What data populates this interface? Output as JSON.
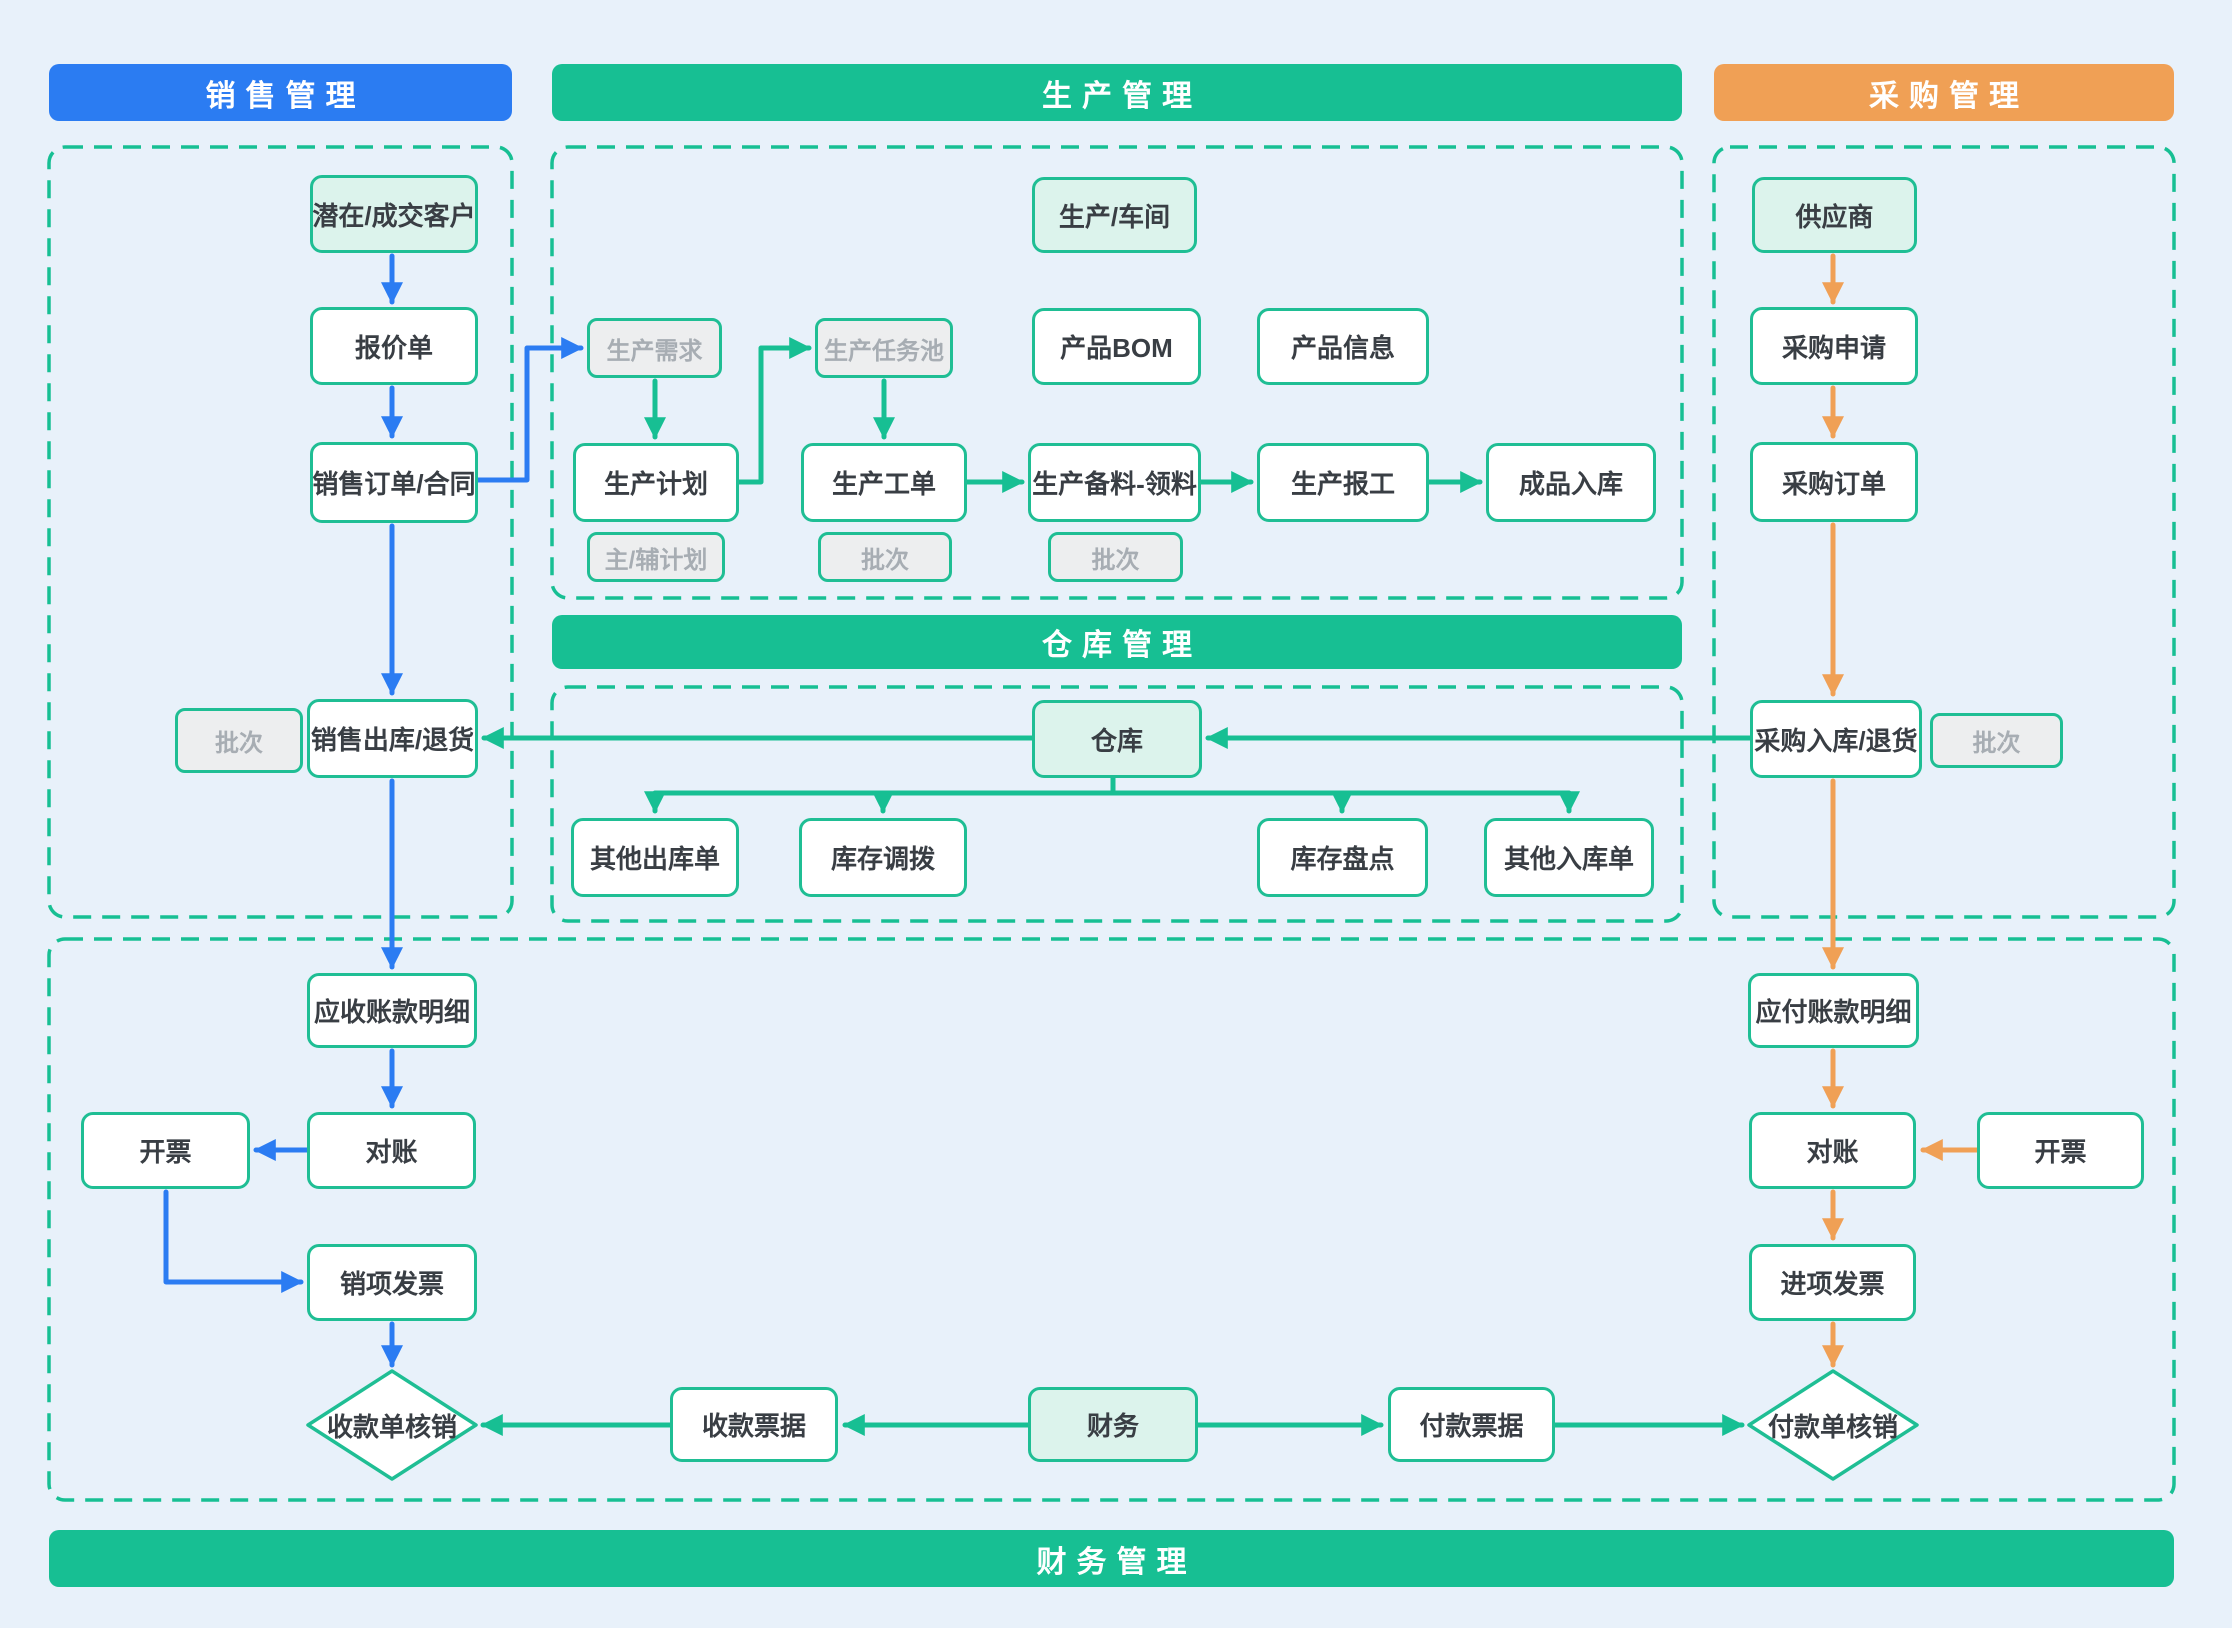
{
  "banners": {
    "sales": "销售管理",
    "production": "生产管理",
    "procurement": "采购管理",
    "warehouse": "仓库管理",
    "finance": "财务管理"
  },
  "nodes": {
    "customer": "潜在/成交客户",
    "quotation": "报价单",
    "sales_order": "销售订单/合同",
    "sales_batch": "批次",
    "sales_outbound": "销售出库/退货",
    "ar_detail": "应收账款明细",
    "ar_reconcile": "对账",
    "ar_invoicing": "开票",
    "sales_invoice": "销项发票",
    "receipt_writeoff": "收款单核销",
    "workshop": "生产/车间",
    "prod_demand": "生产需求",
    "prod_task_pool": "生产任务池",
    "product_bom": "产品BOM",
    "product_info": "产品信息",
    "prod_plan": "生产计划",
    "main_aux_plan": "主/辅计划",
    "prod_workorder": "生产工单",
    "workorder_batch": "批次",
    "prod_picking": "生产备料-领料",
    "picking_batch": "批次",
    "prod_report": "生产报工",
    "finished_inbound": "成品入库",
    "warehouse": "仓库",
    "other_outbound": "其他出库单",
    "stock_transfer": "库存调拨",
    "stock_count": "库存盘点",
    "other_inbound": "其他入库单",
    "supplier": "供应商",
    "purchase_request": "采购申请",
    "purchase_order": "采购订单",
    "purchase_inbound": "采购入库/退货",
    "purchase_batch": "批次",
    "ap_detail": "应付账款明细",
    "ap_reconcile": "对账",
    "ap_invoicing": "开票",
    "purchase_invoice": "进项发票",
    "payment_writeoff": "付款单核销",
    "receipt_note": "收款票据",
    "finance": "财务",
    "payment_note": "付款票据"
  },
  "colors": {
    "background": "#E8F1FA",
    "sales_accent": "#2B7CF2",
    "production_accent": "#17BF93",
    "procurement_accent": "#F0A055",
    "node_border": "#1FBE94",
    "highlight_fill": "#DCF3EC",
    "muted_fill": "#EDEEEF",
    "muted_text": "#A7ADB3",
    "text": "#393E44"
  }
}
